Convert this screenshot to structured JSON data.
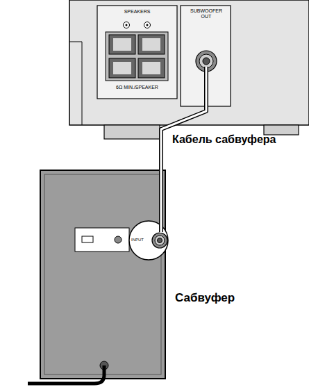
{
  "diagram": {
    "labels": [
      "SPEAKERS",
      "6Ω MIN./SPEAKER",
      "SUBWOOFER OUT",
      "Кабель сабвуфера",
      "INPUT",
      "Сабвуфер"
    ]
  }
}
